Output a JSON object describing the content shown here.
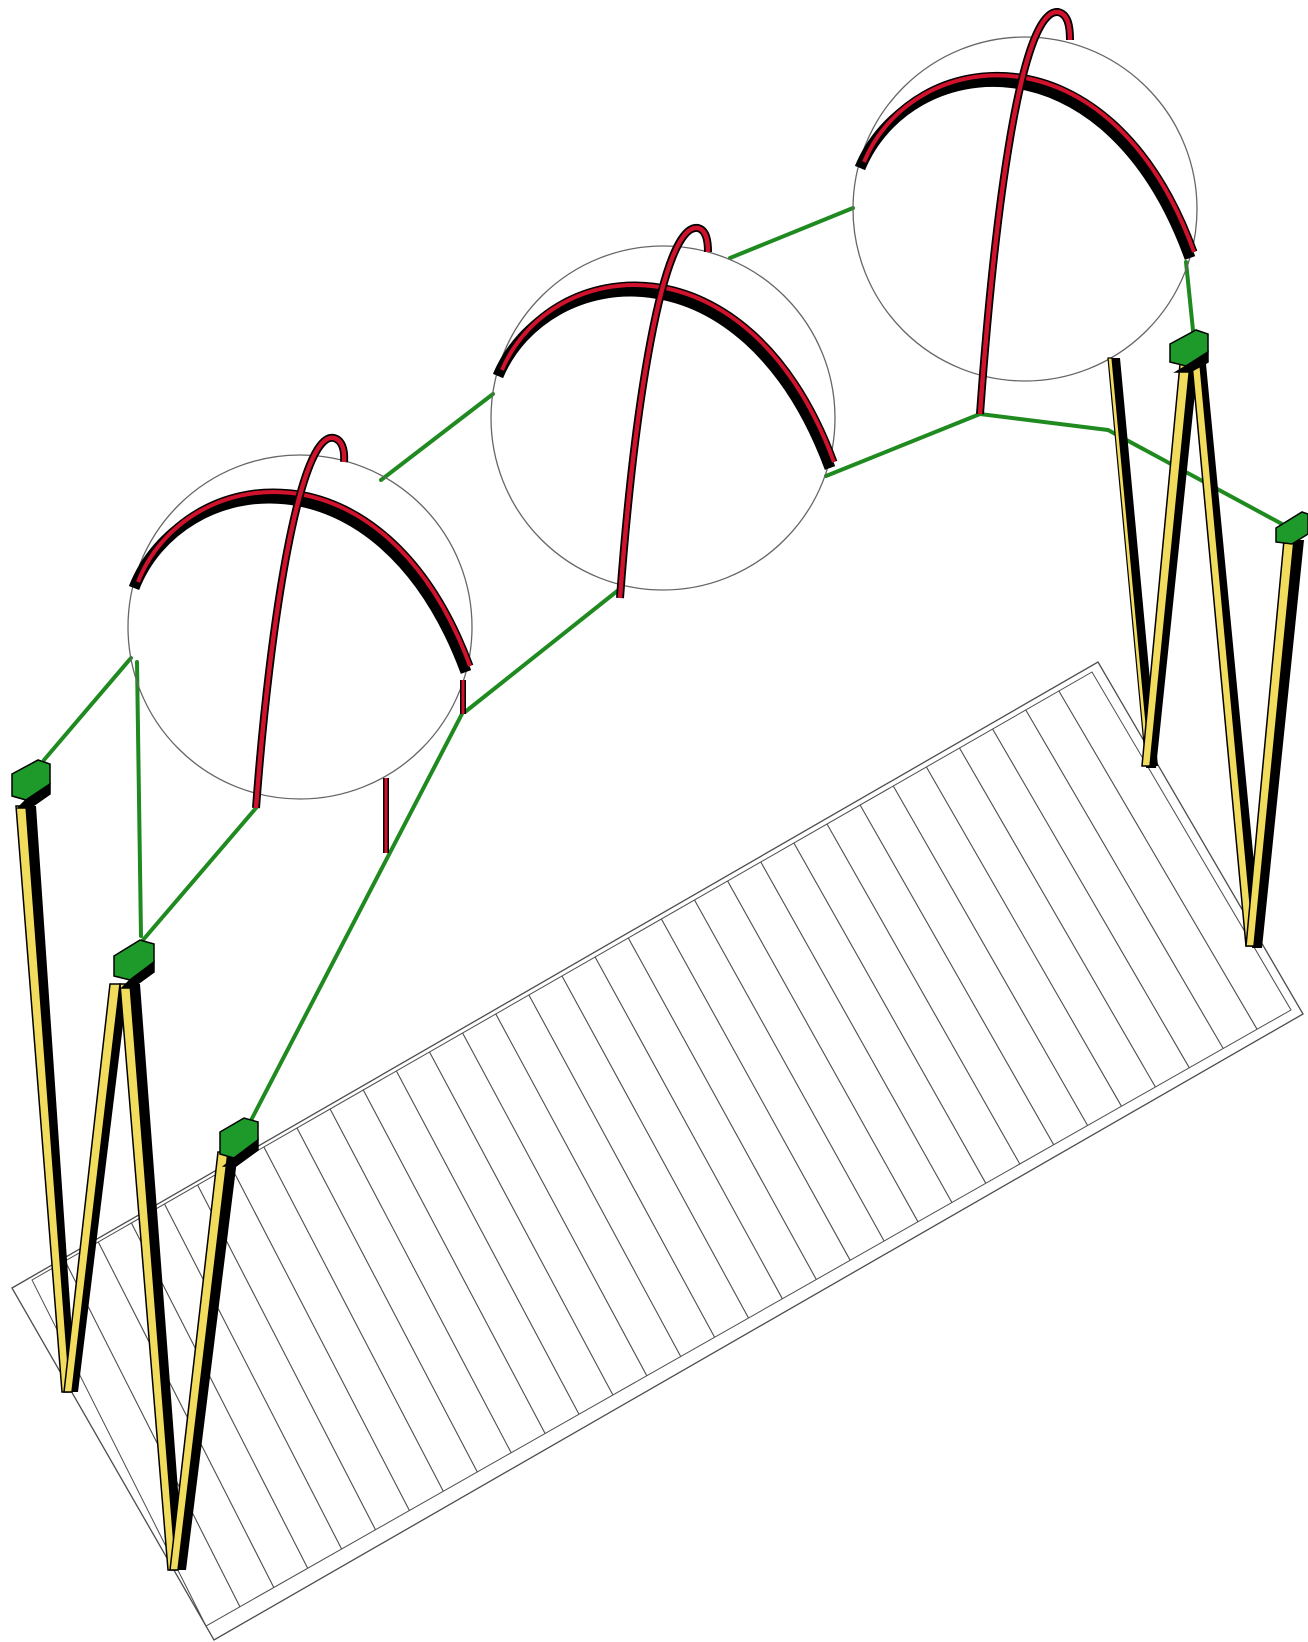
{
  "diagram": {
    "kind": "axonometric structure drawing",
    "components": {
      "ground_plane": {
        "name": "base-platform",
        "stripe_count": 32,
        "outline_color": "#555555"
      },
      "domes": {
        "count": 3,
        "outline_color": "#666666",
        "arch_color": "#d0122d",
        "shadow_color": "#000000"
      },
      "cables": {
        "color": "#1f8a1f"
      },
      "supports": {
        "count": 3,
        "shape": "zig-zag legs",
        "fill_color": "#f2dc5d",
        "shadow_color": "#000000"
      },
      "connectors": {
        "color": "#1e9a2a"
      }
    }
  }
}
